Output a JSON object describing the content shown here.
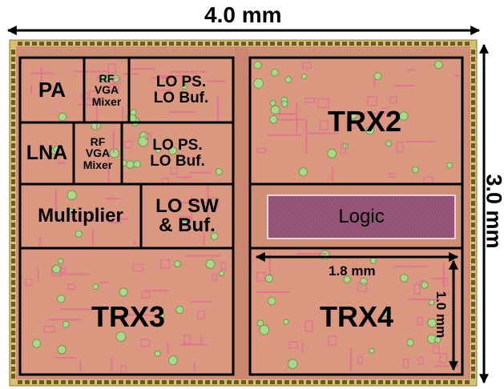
{
  "die": {
    "width_label": "4.0 mm",
    "height_label": "3.0 mm",
    "colors": {
      "pad_ring": "#d8c070",
      "die_fill": "#cf8f74",
      "block_fill": "#e3a08a",
      "pink": "#e46f94",
      "green": "#a7e08a",
      "logic": "#8d4f72",
      "frame": "#000000"
    }
  },
  "blocks": {
    "pa": "PA",
    "rf_vga_mixer_top": "RF\nVGA\nMixer",
    "lo_ps_top": "LO PS.\nLO Buf.",
    "lna": "LNA",
    "rf_vga_mixer_bottom": "RF\nVGA\nMixer",
    "lo_ps_bottom": "LO PS.\nLO Buf.",
    "multiplier": "Multiplier",
    "lo_sw": "LO SW\n& Buf.",
    "trx2": "TRX2",
    "logic": "Logic",
    "trx3": "TRX3",
    "trx4": "TRX4"
  },
  "trx4_dims": {
    "width_label": "1.8 mm",
    "height_label": "1.0 mm"
  }
}
